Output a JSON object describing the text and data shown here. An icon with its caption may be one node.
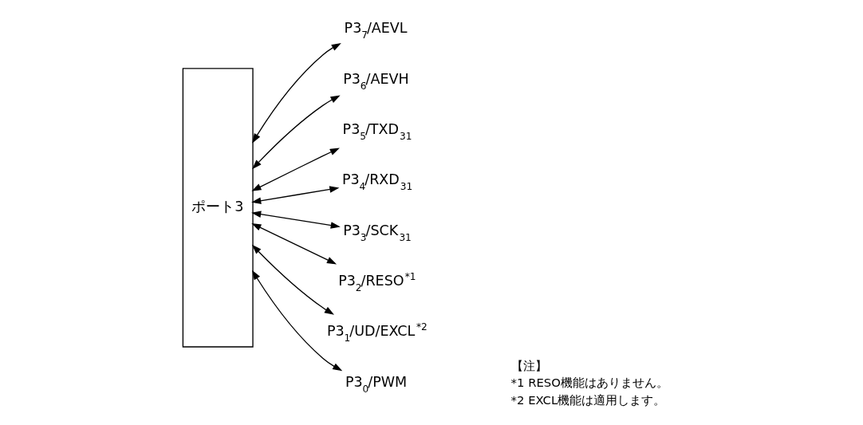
{
  "diagram": {
    "nodes": [
      {
        "text": [
          "ポート3"
        ]
      },
      {
        "text": [
          "P3$_{7}$/AEVL"
        ]
      },
      {
        "text": [
          "P3$_{6}$/AEVH"
        ]
      },
      {
        "text": [
          "P3$_{5}$/TXD$_{31}$"
        ]
      },
      {
        "text": [
          "P3$_{4}$/RXD$_{31}$"
        ]
      },
      {
        "text": [
          "P3$_{3}$/SCK$_{31}$"
        ]
      },
      {
        "text": [
          "P3$_{2}$/RESO$^{*1}$"
        ]
      },
      {
        "text": [
          "P3$_{1}$/UD/EXCL$^{*2}$"
        ]
      },
      {
        "text": [
          "P3$_{0}$/PWM"
        ]
      }
    ],
    "edges": [
      {
        "from": 0,
        "to": 1,
        "arrow": "both"
      },
      {
        "from": 0,
        "to": 2,
        "arrow": "both"
      },
      {
        "from": 0,
        "to": 3,
        "arrow": "both"
      },
      {
        "from": 0,
        "to": 4,
        "arrow": "both"
      },
      {
        "from": 0,
        "to": 5,
        "arrow": "both"
      },
      {
        "from": 0,
        "to": 6,
        "arrow": "both"
      },
      {
        "from": 0,
        "to": 7,
        "arrow": "both"
      },
      {
        "from": 0,
        "to": 8,
        "arrow": "both"
      }
    ],
    "labels": [
      "【注】",
      "*1 RESO機能はありません。",
      "*2 EXCL機能は適用します。"
    ]
  }
}
